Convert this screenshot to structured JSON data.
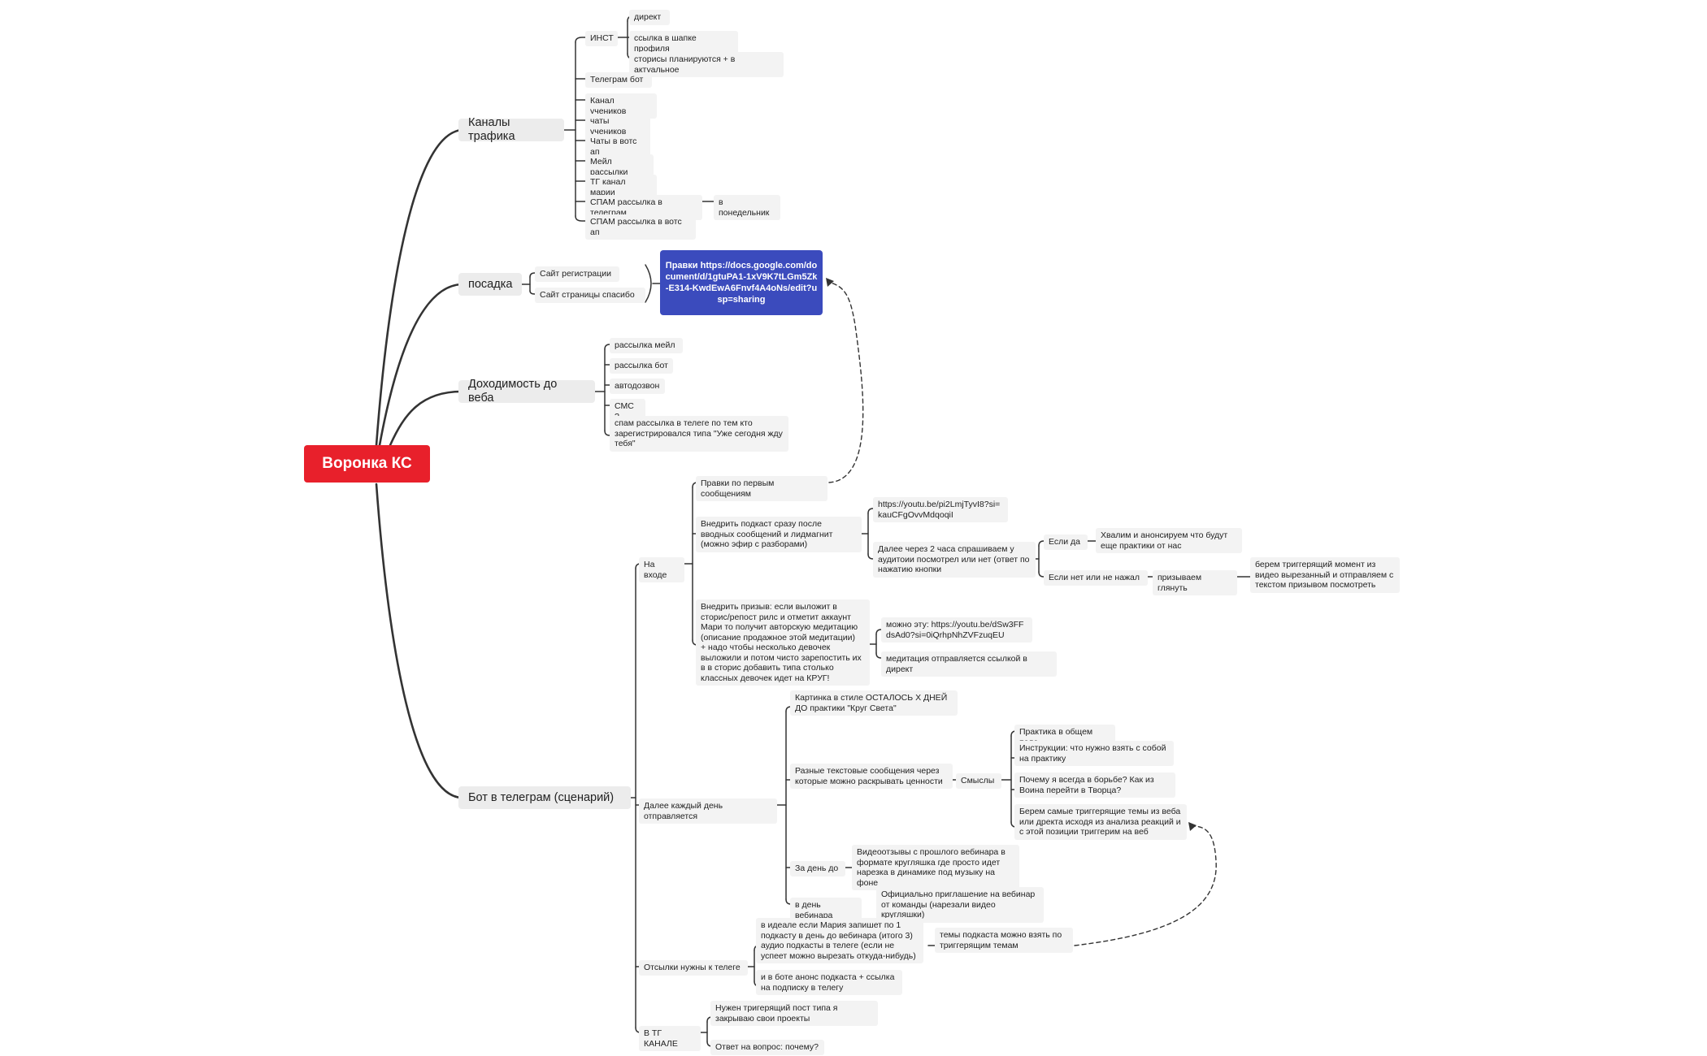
{
  "root": "Воронка КС",
  "branches": {
    "traffic": {
      "label": "Каналы трафика",
      "inst": "ИНСТ",
      "inst_children": [
        "директ",
        "ссылка в шапке профиля",
        "сторисы планируются + в актуальное"
      ],
      "items": [
        "Телеграм бот",
        "Канал учеников",
        "чаты учеников",
        "Чаты в вотс ап",
        "Мейл рассылки",
        "ТГ канал марии",
        "СПАМ рассылка в телеграм",
        "СПАМ рассылка в вотс ап"
      ],
      "spam_tg_child": "в понедельник"
    },
    "landing": {
      "label": "посадка",
      "items": [
        "Сайт регистрации",
        "Сайт страницы спасибо"
      ],
      "callout": "Правки https://docs.google.com/document/d/1gtuPA1-1xV9K7tLGm5Zk-E314-KwdEwA6Fnvf4A4oNs/edit?usp=sharing"
    },
    "reach": {
      "label": "Доходимость до веба",
      "items": [
        "рассылка мейл",
        "рассылка бот",
        "автодозвон",
        "СМС ?",
        "спам рассылка в телеге по тем кто зарегистрировался типа \"Уже сегодня жду тебя\""
      ]
    },
    "bot": {
      "label": "Бот в телеграм (сценарий)",
      "entry": {
        "label": "На входе",
        "edits": "Правки по первым сообщениям",
        "podcast": "Внедрить подкаст сразу после вводных сообщений и лидмагнит (можно эфир с разборами)",
        "podcast_link": "https://youtu.be/pi2LmjTyvI8?si=kauCFgOvvMdqoqiI",
        "followup": "Далее через 2 часа спрашиваем у аудитоии посмотрел или нет (ответ по нажатию кнопки",
        "if_yes": "Если да",
        "if_yes_child": "Хвалим и анонсируем что будут еще практики от нас",
        "if_no": "Если нет или не нажал",
        "if_no_child": "призываем глянуть",
        "if_no_grandchild": "берем триггерящий момент из видео вырезанный и отправляем с текстом призывом посмотреть",
        "stories": "Внедрить призыв: если выложит в сторис/репост рилс и отметит аккаунт Мари то получит авторскую медитацию (описание продажное этой медитации)\n+ надо чтобы несколько девочек выложили и потом чисто зарепостить их в в сторис добавить типа столько классных девочек идет на КРУГ!",
        "stories_link": "можно эту: https://youtu.be/dSw3FFdsAd0?si=0iQrhpNhZVFzuqEU",
        "stories_note": "медитация отправляется ссылкой в директ"
      },
      "daily": {
        "label": "Далее каждый день отправляется",
        "countdown": "Картинка в стиле ОСТАЛОСЬ Х ДНЕЙ ДО практики \"Круг Света\"",
        "texts": "Разные текстовые сообщения через которые можно раскрывать ценности",
        "meanings": "Смыслы",
        "meanings_items": [
          "Практика в общем поле",
          "Инструкции: что нужно взять с собой на практику",
          "Почему я всегда в борьбе? Как из Воина перейти в Творца?",
          "Берем самые триггерящие темы из веба или дректа исходя из анализа реакций и с этой позиции триггерим на веб"
        ],
        "day_before": "За день до",
        "day_before_child": "Видеоотзывы с прошлого вебинара в формате кругляшка где просто идет нарезка в динамике под музыку на фоне",
        "webinar_day": "в день вебинара",
        "webinar_day_child": "Официально приглашение на вебинар от команды (нарезали видео кругляшки)"
      },
      "refs": {
        "label": "Отсылки нужны к телеге",
        "podcast_ideal": "в идеале если Мария запишет по 1 подкасту в день до вебинара (итого 3) аудио подкасты в телеге (если не успеет можно вырезать откуда-нибудь)",
        "podcast_topics": "темы подкаста можно взять по триггерящим темам",
        "announce": "и в боте анонс подкаста + ссылка на подписку в телегу"
      },
      "tg": {
        "label": "В ТГ КАНАЛЕ",
        "post": "Нужен тригерящий пост типа я закрываю свои проекты",
        "answer": "Ответ на вопрос: почему?"
      }
    }
  },
  "colors": {
    "root": "#e8202b",
    "callout": "#3b4bbd",
    "node_bg": "#f3f3f3",
    "line": "#333333"
  }
}
